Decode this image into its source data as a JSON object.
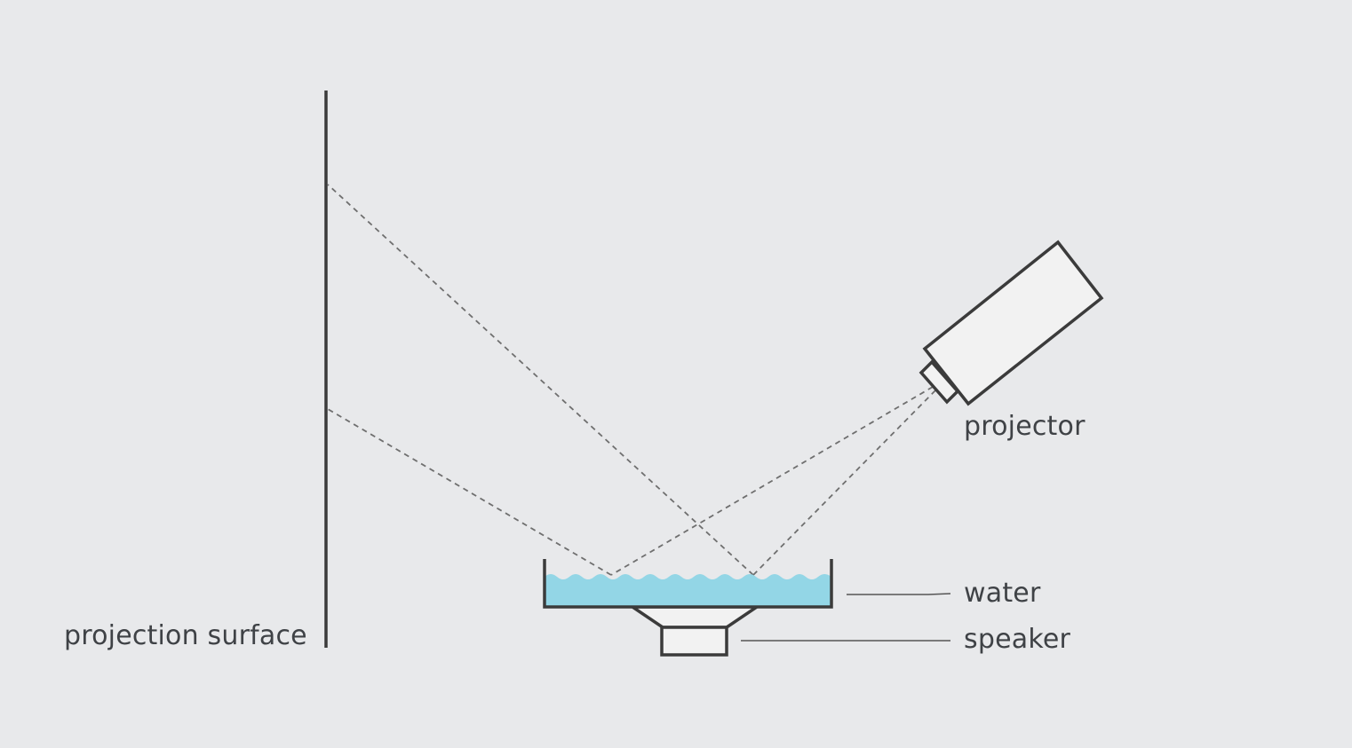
{
  "labels": {
    "projection_surface": "projection surface",
    "projector": "projector",
    "water": "water",
    "speaker": "speaker"
  },
  "colors": {
    "background": "#e8e9eb",
    "outline": "#3b3b3b",
    "water": "#93d6e6",
    "device_fill": "#f2f2f2",
    "ray": "#6f6f6f"
  }
}
